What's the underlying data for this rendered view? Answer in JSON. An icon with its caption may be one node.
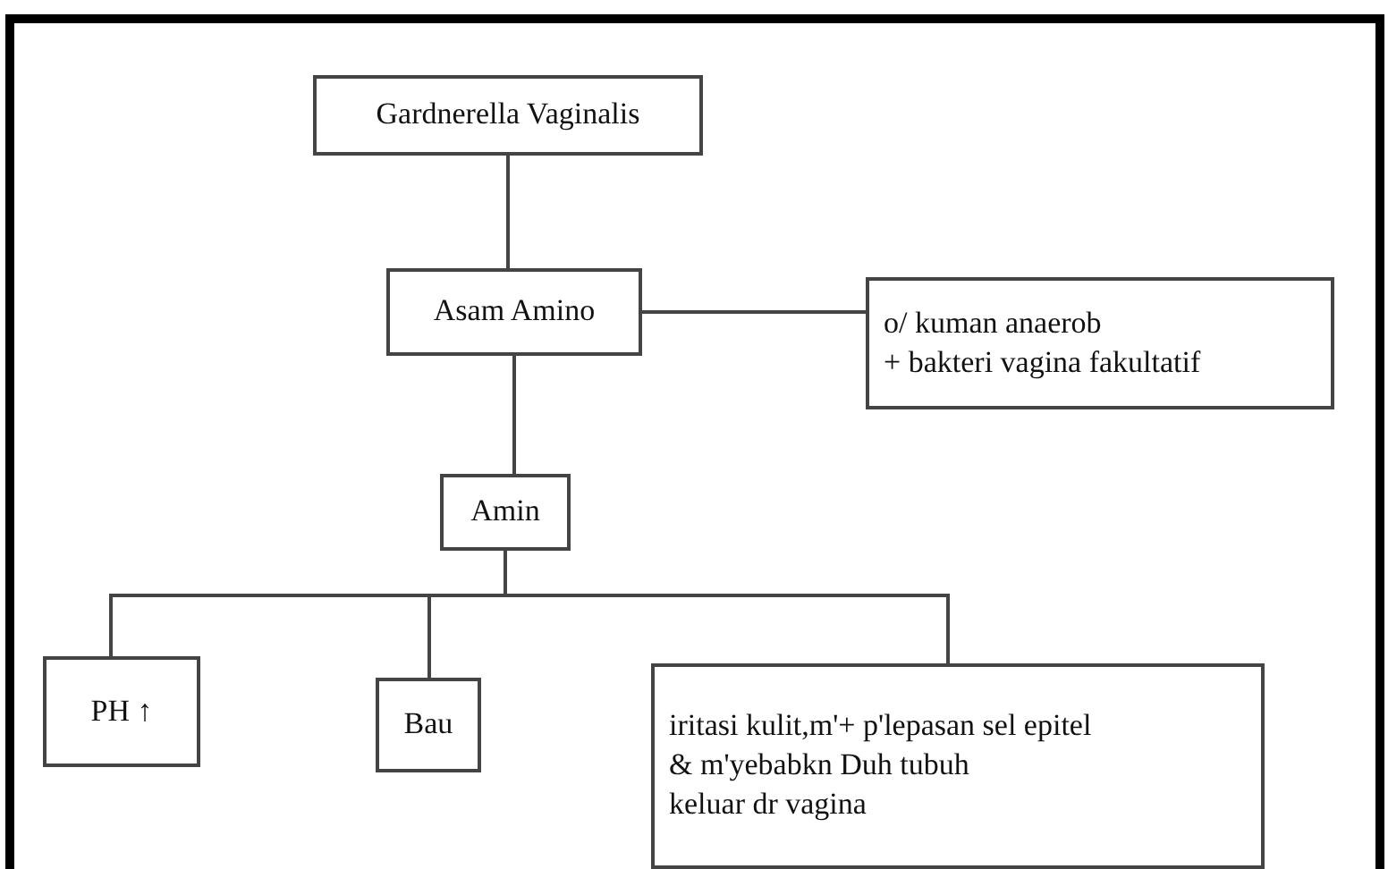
{
  "diagram": {
    "nodes": [
      {
        "text": [
          "Gardnerella Vaginalis"
        ]
      },
      {
        "text": [
          "Asam Amino"
        ]
      },
      {
        "text": [
          "o/ kuman anaerob + bakteri vagina fakultatif"
        ]
      },
      {
        "text": [
          "Amin"
        ]
      },
      {
        "text": [
          "PH ↑"
        ]
      },
      {
        "text": [
          "Bau"
        ]
      },
      {
        "text": [
          "iritasi kulit,m'+ p'lepasan sel epitel & m'yebabkn Duh tubuh keluar dr vagina"
        ]
      }
    ],
    "edges": [
      {
        "from": 0,
        "to": 1,
        "arrow": "none"
      },
      {
        "from": 1,
        "to": 2,
        "arrow": "none"
      },
      {
        "from": 1,
        "to": 3,
        "arrow": "none"
      },
      {
        "from": 3,
        "to": 4,
        "arrow": "none"
      },
      {
        "from": 3,
        "to": 5,
        "arrow": "none"
      },
      {
        "from": 3,
        "to": 6,
        "arrow": "none"
      }
    ]
  }
}
